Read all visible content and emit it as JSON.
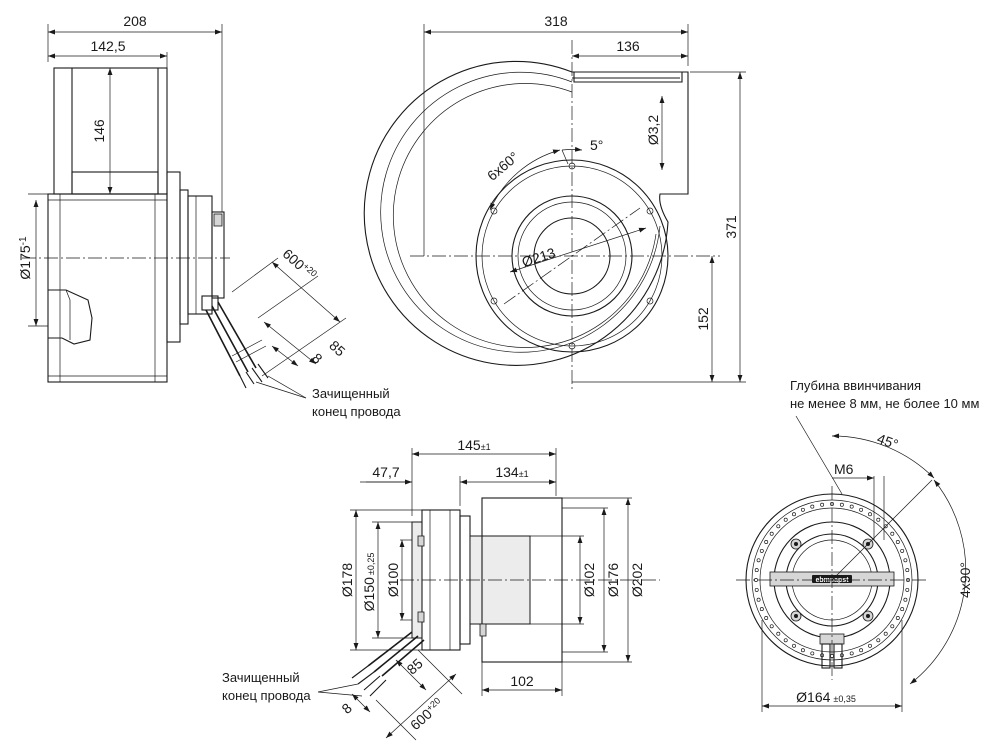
{
  "side_view": {
    "dim_overall_width": "208",
    "dim_housing_width": "142,5",
    "dim_outlet_height": "146",
    "dim_motor_dia": "Ø175",
    "dim_motor_dia_tol": "-1",
    "dim_cable_length": "600",
    "dim_cable_length_tol": "+20",
    "dim_strip_length": "85",
    "dim_core_strip": "8",
    "note_cable_end_line1": "Зачищенный",
    "note_cable_end_line2": "конец провода"
  },
  "front_view": {
    "dim_overall_width": "318",
    "dim_outlet_width": "136",
    "dim_overall_height": "371",
    "dim_axis_height": "152",
    "dim_bore": "Ø213",
    "dim_flange_thickness": "Ø3,2",
    "dim_angle_small": "5°",
    "dim_hole_pattern": "6x60°"
  },
  "motor_side_view": {
    "dim_overall_length": "145",
    "dim_overall_length_tol": "±1",
    "dim_rotor_length": "134",
    "dim_rotor_length_tol": "±1",
    "dim_flange_offset": "47,7",
    "dim_dia_178": "Ø178",
    "dim_dia_150": "Ø150",
    "dim_dia_150_tol": "±0,25",
    "dim_dia_100": "Ø100",
    "dim_dia_102": "Ø102",
    "dim_dia_176": "Ø176",
    "dim_dia_202": "Ø202",
    "dim_hub_length": "102",
    "dim_strip_length": "85",
    "dim_core_strip": "8",
    "dim_cable_length": "600",
    "dim_cable_length_tol": "+20",
    "note_cable_end_line1": "Зачищенный",
    "note_cable_end_line2": "конец провода"
  },
  "motor_rear_view": {
    "note_screw_depth_line1": "Глубина ввинчивания",
    "note_screw_depth_line2": "не менее 8 мм, не более 10 мм",
    "dim_thread": "M6",
    "dim_angle": "45°",
    "dim_hole_pattern": "4x90°",
    "dim_bolt_circle": "Ø164",
    "dim_bolt_circle_tol": "±0,35",
    "logo_text": "ebmpapst"
  }
}
